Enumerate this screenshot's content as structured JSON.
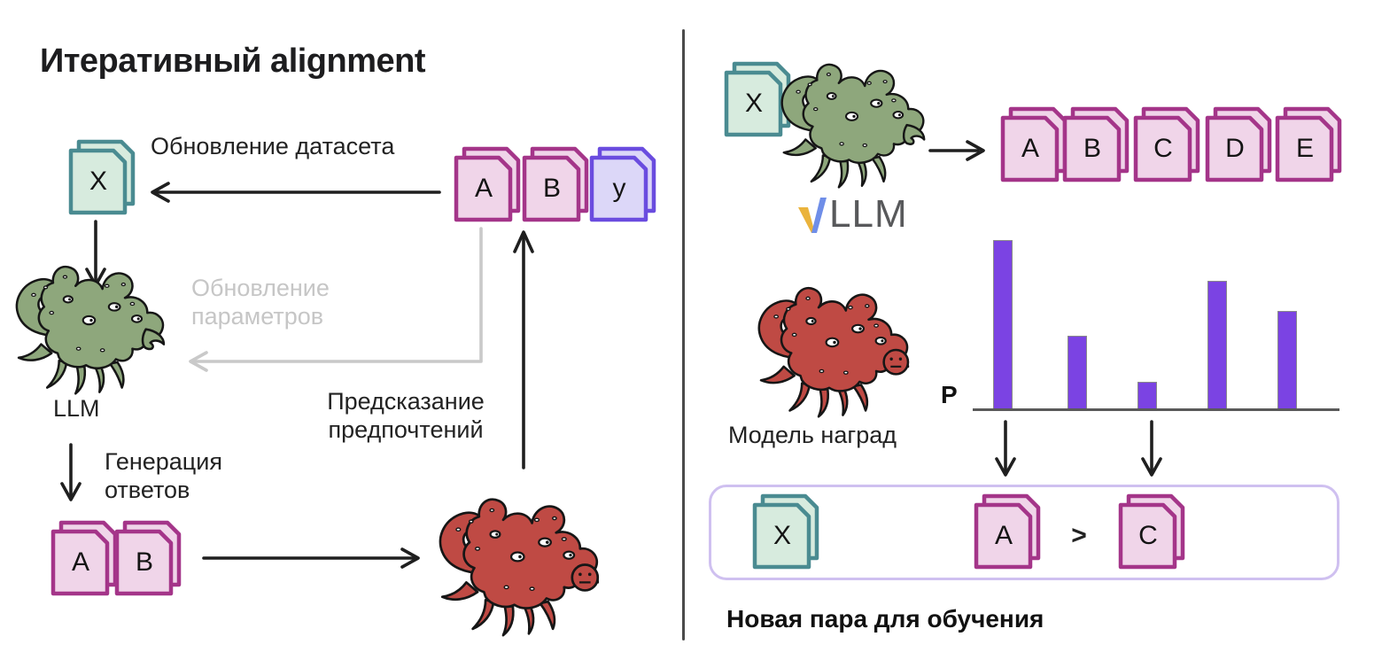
{
  "title": "Итеративный alignment",
  "left": {
    "prompt_card_letter": "X",
    "dataset_update_label": "Обновление датасета",
    "top_cards": [
      "A",
      "B",
      "у"
    ],
    "param_update_lines": [
      "Обновление",
      "параметров"
    ],
    "llm_label": "LLM",
    "generation_lines": [
      "Генерация",
      "ответов"
    ],
    "answer_cards": [
      "A",
      "B"
    ],
    "prediction_lines": [
      "Предсказание",
      "предпочтений"
    ]
  },
  "right": {
    "prompt_card_letter": "X",
    "vllm_logo_text": "LLM",
    "answer_cards": [
      "A",
      "B",
      "C",
      "D",
      "E"
    ],
    "reward_model_label": "Модель наград",
    "p_axis_label": "P",
    "pair_box": {
      "prompt": "X",
      "winner": "A",
      "comparator": ">",
      "loser": "C"
    },
    "new_pair_label": "Новая пара для обучения"
  },
  "chart_data": {
    "type": "bar",
    "categories": [
      "A",
      "B",
      "C",
      "D",
      "E"
    ],
    "values": [
      0.95,
      0.41,
      0.15,
      0.72,
      0.55
    ],
    "title": "",
    "xlabel": "",
    "ylabel": "P",
    "ylim": [
      0,
      1
    ],
    "grid": false,
    "legend": false,
    "bar_color": "#7b43e3"
  },
  "colors": {
    "teal_border": "#4a8b91",
    "teal_fill": "#d7ebde",
    "pink_border": "#a43589",
    "pink_fill": "#f0d5e9",
    "purple_border": "#6a4cdf",
    "purple_fill": "#dcd7f8",
    "bar_purple": "#7b43e3",
    "creature_green": "#8ea77c",
    "creature_red": "#bf4a44",
    "gray_muted": "#c9c9c9",
    "box_border": "#cfc0f0",
    "vllm_yellow": "#eab33c",
    "vllm_blue": "#6f8ee8"
  }
}
